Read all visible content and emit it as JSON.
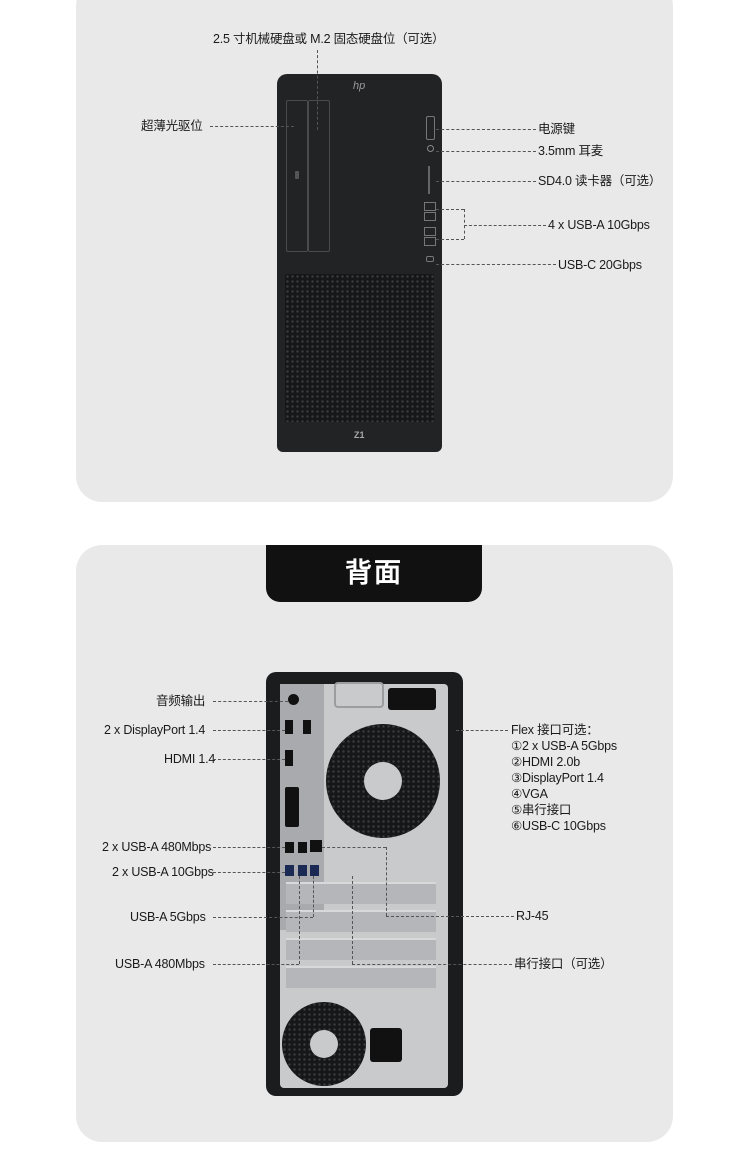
{
  "front": {
    "top_label": "2.5 寸机械硬盘或 M.2 固态硬盘位（可选）",
    "left_label": "超薄光驱位",
    "right_labels": [
      "电源键",
      "3.5mm 耳麦",
      "SD4.0 读卡器（可选）",
      "4 x USB-A 10Gbps",
      "USB-C 20Gbps"
    ],
    "logo_top": "hp",
    "logo_bottom": "Z1"
  },
  "back": {
    "title": "背面",
    "left_labels": [
      "音频输出",
      "2 x DisplayPort 1.4",
      "HDMI 1.4",
      "2 x USB-A 480Mbps",
      "2 x USB-A 10Gbps",
      "USB-A 5Gbps",
      "USB-A 480Mbps"
    ],
    "flex_title": "Flex 接口可选：",
    "flex_items": [
      "①2 x USB-A 5Gbps",
      "②HDMI 2.0b",
      "③DisplayPort 1.4",
      "④VGA",
      "⑤串行接口",
      "⑥USB-C 10Gbps"
    ],
    "rj45_label": "RJ-45",
    "serial_label": "串行接口（可选）"
  },
  "colors": {
    "panel_bg": "#e9e9e9",
    "tower_body": "#1f2022",
    "title_bg": "#111111"
  }
}
